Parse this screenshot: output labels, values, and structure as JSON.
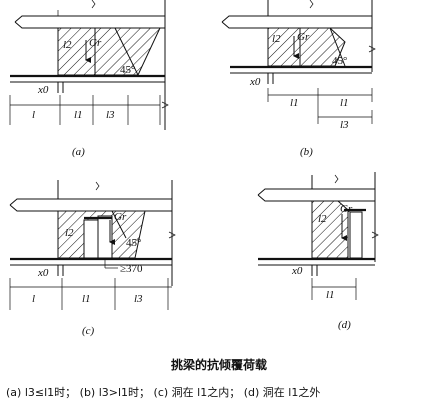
{
  "labels": {
    "l": "l",
    "l1": "l1",
    "l2": "l2",
    "l3": "l3",
    "x0": "x0",
    "Gr": "Gr",
    "angle": "45°",
    "min_dim": "≥370"
  },
  "subfigures": {
    "a": "(a)",
    "b": "(b)",
    "c": "(c)",
    "d": "(d)"
  },
  "caption": {
    "title": "挑梁的抗倾覆荷载",
    "items": [
      "(a) l3≤l1时；",
      "(b) l3>l1时；",
      "(c) 洞在 l1之内；",
      "(d) 洞在 l1之外"
    ]
  }
}
